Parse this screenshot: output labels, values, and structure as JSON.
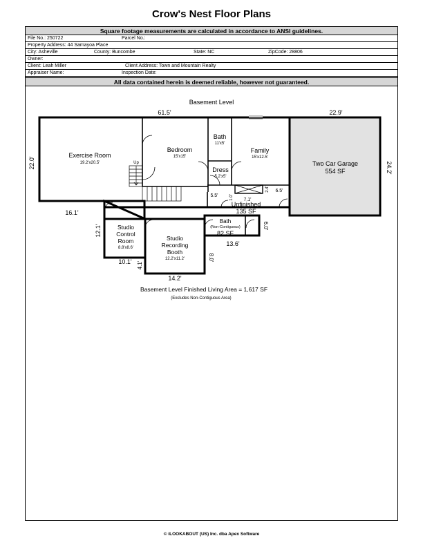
{
  "title": "Crow's Nest Floor Plans",
  "notice_top": "Square footage measurements are calculated in accordance to ANSI guidelines.",
  "info": {
    "file_no": "File No.: 250722",
    "parcel_no": "Parcel No.:",
    "property_address": "Property Address: 44 Samayoa Place",
    "city": "City: Asheville",
    "county": "County: Buncombe",
    "state": "State: NC",
    "zipcode": "ZipCode: 28806",
    "owner": "Owner:",
    "client": "Client: Leah Miller",
    "client_address": "Client Address: Town and Mountain Realty",
    "appraiser_name": "Appraiser Name:",
    "inspection_date": "Inspection Date:"
  },
  "notice_bottom": "All data contained herein is deemed reliable, however not guaranteed.",
  "plan": {
    "level_title": "Basement Level",
    "dimensions": {
      "top_main": "61.5'",
      "top_garage": "22.9'",
      "left": "22.0'",
      "garage_right": "24.2'",
      "lower_left": "16.1'",
      "control_room_left": "12.1'",
      "control_room_bottom": "10.1'",
      "booth_left_step": "4.1'",
      "booth_bottom": "14.2'",
      "booth_right": "8.0'",
      "bath_nc_right": "6.0'",
      "bath_nc_bottom": "13.6'",
      "unfinished_left": "5.5'",
      "unfinished_a": "1.0'",
      "unfinished_b": "7.1'",
      "unfinished_c": "2.4'",
      "unfinished_d": "6.5'"
    },
    "rooms": {
      "exercise_name": "Exercise Room",
      "exercise_size": "19.2'x20.5'",
      "bedroom_name": "Bedroom",
      "bedroom_size": "15'x15'",
      "bath_name": "Bath",
      "bath_size": "11'x5'",
      "family_name": "Family",
      "family_size": "15'x12.5'",
      "dress_name": "Dress",
      "dress_size": "5.2'x5'",
      "garage_name": "Two Car Garage",
      "garage_area": "554 SF",
      "unfinished_name": "Unfinished",
      "unfinished_area": "135 SF",
      "bath_nc_name": "Bath",
      "bath_nc_note": "(Non-Contiguous)",
      "bath_nc_area": "82 SF",
      "control_line1": "Studio",
      "control_line2": "Control",
      "control_line3": "Room",
      "control_size": "8.8'x8.6'",
      "booth_line1": "Studio",
      "booth_line2": "Recording",
      "booth_line3": "Booth",
      "booth_size": "12.2'x11.2'",
      "stairs_label": "Up"
    },
    "finished_area": "Basement Level Finished Living Area = 1,617 SF",
    "finished_note": "(Excludes Non-Contiguous Area)"
  },
  "footer": "© iLOOKABOUT (US) Inc. dba Apex Software"
}
